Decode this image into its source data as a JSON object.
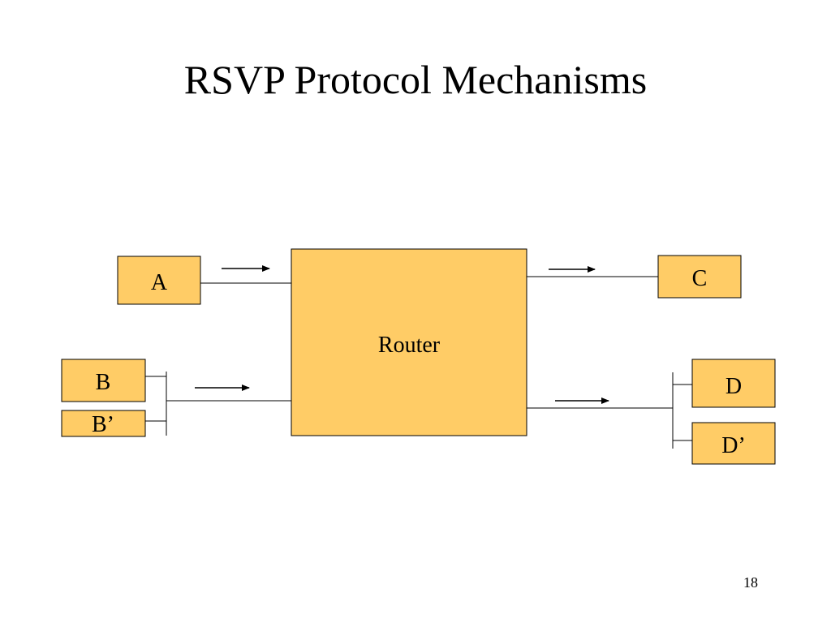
{
  "slide": {
    "title": "RSVP Protocol Mechanisms",
    "page_number": "18"
  },
  "diagram": {
    "box_fill": "#FFCC66",
    "line_color": "#000000",
    "router": {
      "label": "Router"
    },
    "hosts": {
      "a": "A",
      "b": "B",
      "b_prime": "B’",
      "c": "C",
      "d": "D",
      "d_prime": "D’"
    },
    "flow_direction": "left-to-right"
  }
}
